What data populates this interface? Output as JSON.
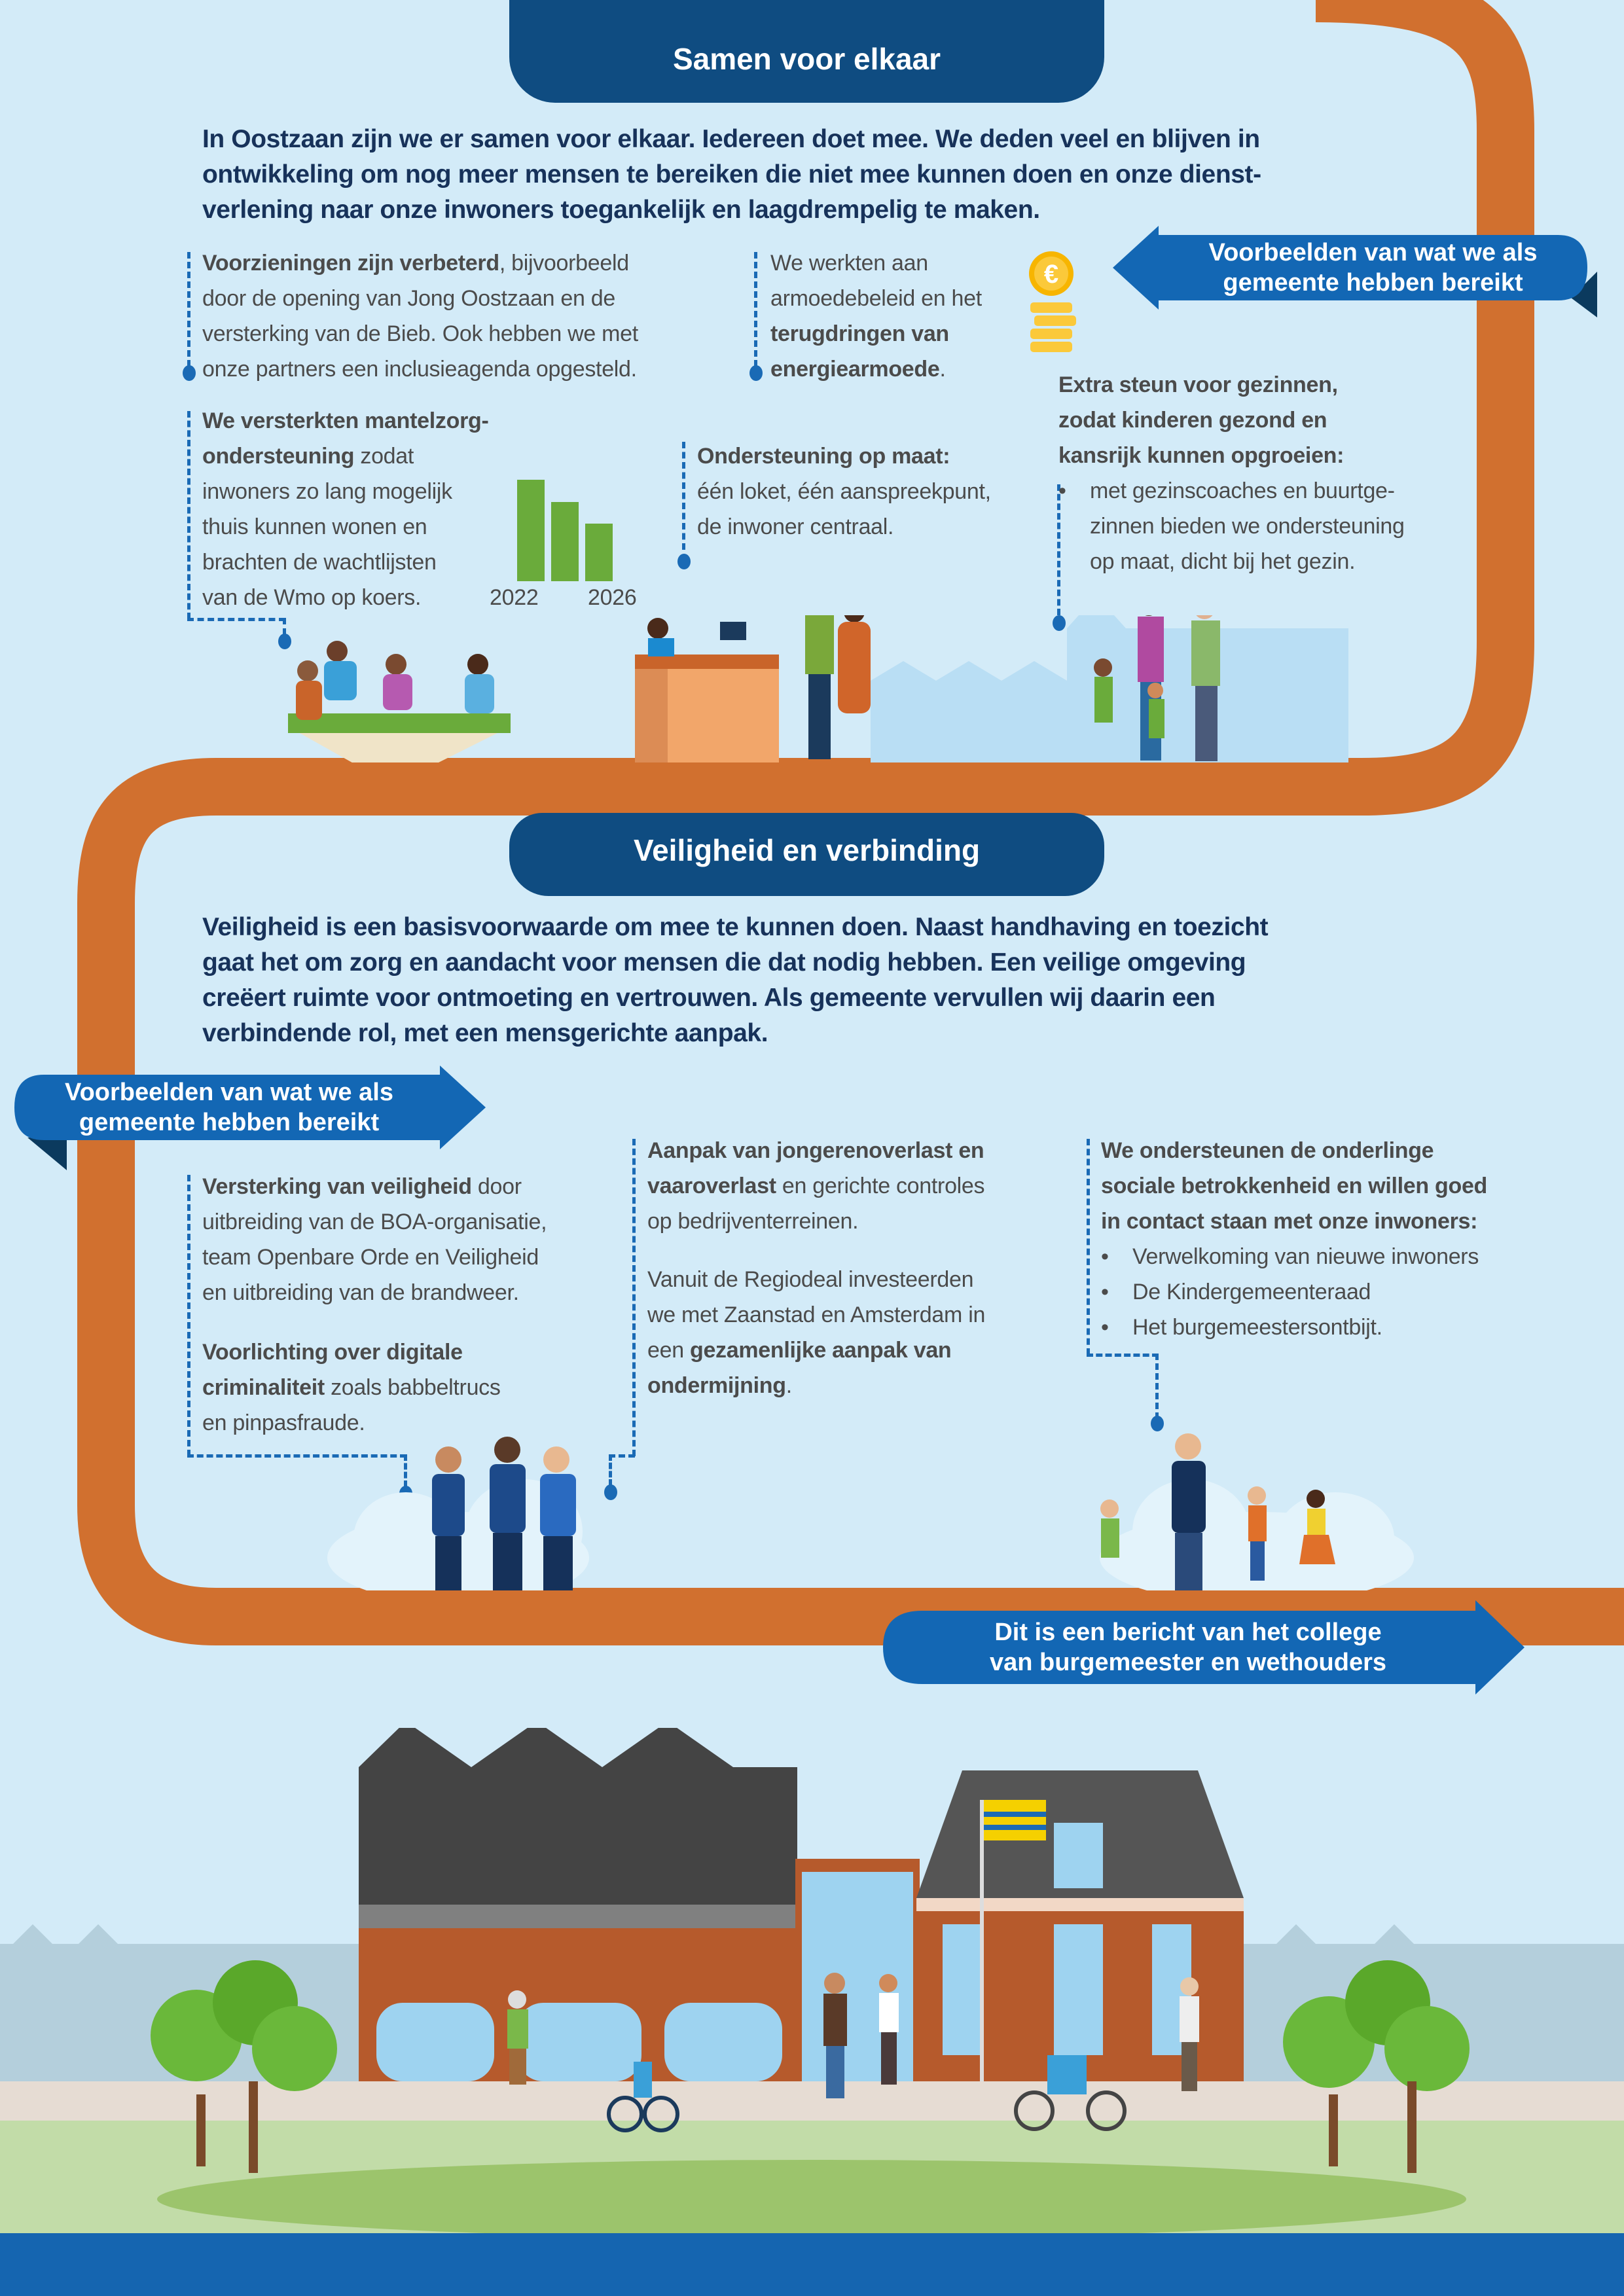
{
  "section1": {
    "title": "Samen voor elkaar",
    "intro": [
      "In Oostzaan zijn we er samen voor elkaar. Iedereen doet mee. We deden veel en blijven in",
      "ontwikkeling om nog meer mensen te bereiken die niet mee kunnen doen en onze dienst-",
      "verlening naar onze inwoners toegankelijk en laagdrempelig te maken."
    ],
    "callout": [
      "Voorbeelden van wat we als",
      "gemeente hebben bereikt"
    ],
    "voorzieningen": {
      "bold": "Voorzieningen zijn verbeterd",
      "lines": [
        ", bijvoorbeeld",
        "door de opening van Jong Oostzaan en de",
        "versterking van de Bieb. Ook hebben we met",
        "onze partners een inclusieagenda opgesteld."
      ]
    },
    "armoede": {
      "lines": [
        "We werkten aan",
        "armoedebeleid en het"
      ],
      "bold": [
        "terugdringen van",
        "energiearmoede"
      ],
      "end": "."
    },
    "mantelzorg": {
      "bold": [
        "We versterkten mantelzorg-",
        "ondersteuning"
      ],
      "lines": [
        " zodat",
        "inwoners zo lang mogelijk",
        "thuis kunnen wonen en",
        "brachten de wachtlijsten",
        "van de Wmo op koers."
      ],
      "chart_labels": [
        "2022",
        "2026"
      ]
    },
    "maatwerk": {
      "bold": "Ondersteuning op maat:",
      "lines": [
        "één loket, één aanspreekpunt,",
        "de inwoner centraal."
      ]
    },
    "gezinnen": {
      "bold": [
        "Extra steun voor gezinnen,",
        "zodat kinderen gezond en",
        "kansrijk kunnen opgroeien:"
      ],
      "bullet": [
        "met gezinscoaches en buurtge-",
        "zinnen bieden we ondersteuning",
        "op maat, dicht bij het gezin."
      ]
    }
  },
  "section2": {
    "title": "Veiligheid en verbinding",
    "intro": [
      "Veiligheid is een basisvoorwaarde om mee te kunnen doen. Naast handhaving en toezicht",
      "gaat het om zorg en aandacht voor mensen die dat nodig hebben. Een veilige omgeving",
      "creëert ruimte voor ontmoeting en vertrouwen. Als gemeente vervullen wij daarin een",
      "verbindende rol, met een mensgerichte aanpak."
    ],
    "callout": [
      "Voorbeelden van wat we als",
      "gemeente hebben bereikt"
    ],
    "veiligheid": {
      "bold": "Versterking van veiligheid",
      "lines": [
        " door",
        "uitbreiding van de BOA-organisatie,",
        "team Openbare Orde en Veiligheid",
        "en uitbreiding van de brandweer."
      ]
    },
    "voorlichting": {
      "bold": [
        "Voorlichting over digitale",
        "criminaliteit"
      ],
      "lines": [
        " zoals babbeltrucs",
        "en pinpasfraude."
      ]
    },
    "overlast": {
      "bold": [
        "Aanpak van jongerenoverlast en",
        "vaaroverlast"
      ],
      "lines": [
        " en gerichte controles",
        "op bedrijventerreinen."
      ]
    },
    "regiodeal": {
      "lines": [
        "Vanuit de Regiodeal investeerden",
        "we met Zaanstad en Amsterdam in",
        "een "
      ],
      "bold": [
        "gezamenlijke aanpak van",
        "ondermijning"
      ],
      "end": "."
    },
    "betrokkenheid": {
      "bold": [
        "We ondersteunen de onderlinge",
        "sociale betrokkenheid en willen goed",
        "in contact staan met onze inwoners:"
      ],
      "bullets": [
        "Verwelkoming van nieuwe inwoners",
        "De Kindergemeenteraad",
        "Het burgemeestersontbijt."
      ]
    }
  },
  "closing_callout": [
    "Dit is een bericht van het college",
    "van burgemeester en wethouders"
  ],
  "icons": {
    "coin": "euro-coin-stack-icon"
  },
  "colors": {
    "road": "#d1702f",
    "navy": "#0f4c81",
    "callout": "#1367b4",
    "background": "#d3ebf8",
    "footer": "#1565b0",
    "bars": "#6aab3b"
  }
}
